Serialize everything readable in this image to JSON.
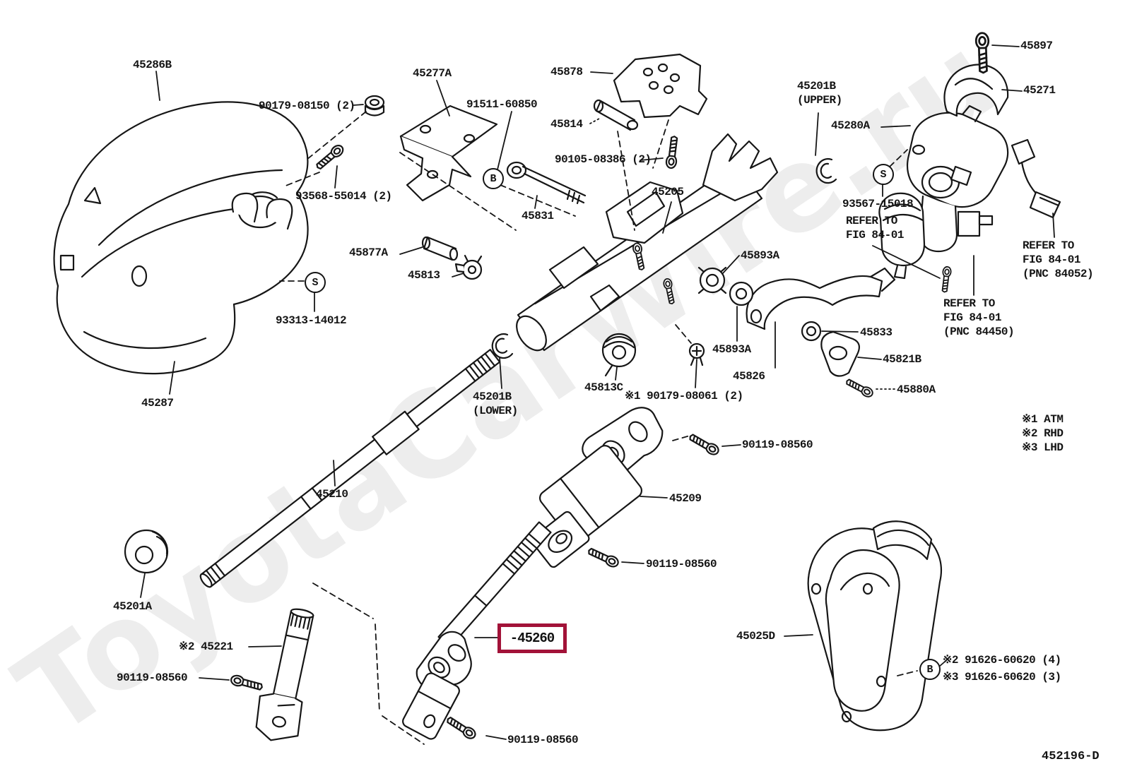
{
  "watermark": "ToyotaCarWire.ru",
  "colors": {
    "highlight": "#a21238",
    "line": "#161616",
    "watermark": "#ededed"
  },
  "callouts": {
    "b_bracket": "B",
    "s_cover": "S",
    "s_lock": "S",
    "b_cover": "B"
  },
  "labels": {
    "p45286b": "45286B",
    "n90179_08150": "90179-08150 (2)",
    "s93568": "93568-55014 (2)",
    "p45277a": "45277A",
    "p91511": "91511-60850",
    "p45878": "45878",
    "p45814": "45814",
    "s90105": "90105-08386 (2)",
    "p45205": "45205",
    "p45831": "45831",
    "p45201b_upper": "45201B\n(UPPER)",
    "p45280a": "45280A",
    "p45897": "45897",
    "p45271": "45271",
    "s93567": "93567-15018",
    "refer1": "REFER TO\nFIG 84-01",
    "refer2": "REFER TO\nFIG 84-01\n(PNC 84052)",
    "refer3": "REFER TO\nFIG 84-01\n(PNC 84450)",
    "p45877a": "45877A",
    "p45813": "45813",
    "s93313": "93313-14012",
    "p45893a_1": "45893A",
    "p45893a_2": "45893A",
    "p45826": "45826",
    "p45813c": "45813C",
    "s90179_08061": "※1 90179-08061 (2)",
    "p45833": "45833",
    "p45821b": "45821B",
    "p45880a": "45880A",
    "legend": "※1 ATM\n※2 RHD\n※3 LHD",
    "p45287": "45287",
    "p45210": "45210",
    "p45201b_lower": "45201B\n(LOWER)",
    "p45209": "45209",
    "b90119_1": "90119-08560",
    "b90119_2": "90119-08560",
    "p45201a": "45201A",
    "p45221": "※2 45221",
    "b90119_3": "90119-08560",
    "p45260": "-45260",
    "b90119_4": "90119-08560",
    "p45025d": "45025D",
    "s91626_2": "※2 91626-60620 (4)",
    "s91626_3": "※3 91626-60620 (3)",
    "code": "452196-D"
  }
}
